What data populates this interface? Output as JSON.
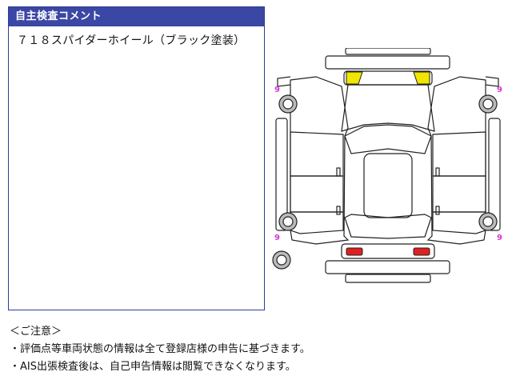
{
  "comment_panel": {
    "header": "自主検査コメント",
    "text": "７１８スパイダーホイール（ブラック塗装）"
  },
  "diagram": {
    "marker_color": "#d23ad2",
    "wheel_marks": [
      "9",
      "9",
      "9",
      "9"
    ],
    "colors": {
      "front_highlight": "#f2e500",
      "rear_highlight": "#e02020",
      "outline": "#222222"
    }
  },
  "notes": {
    "title": "＜ご注意＞",
    "lines": [
      "・評価点等車両状態の情報は全て登録店様の申告に基づきます。",
      "・AIS出張検査後は、自己申告情報は閲覧できなくなります。"
    ]
  }
}
